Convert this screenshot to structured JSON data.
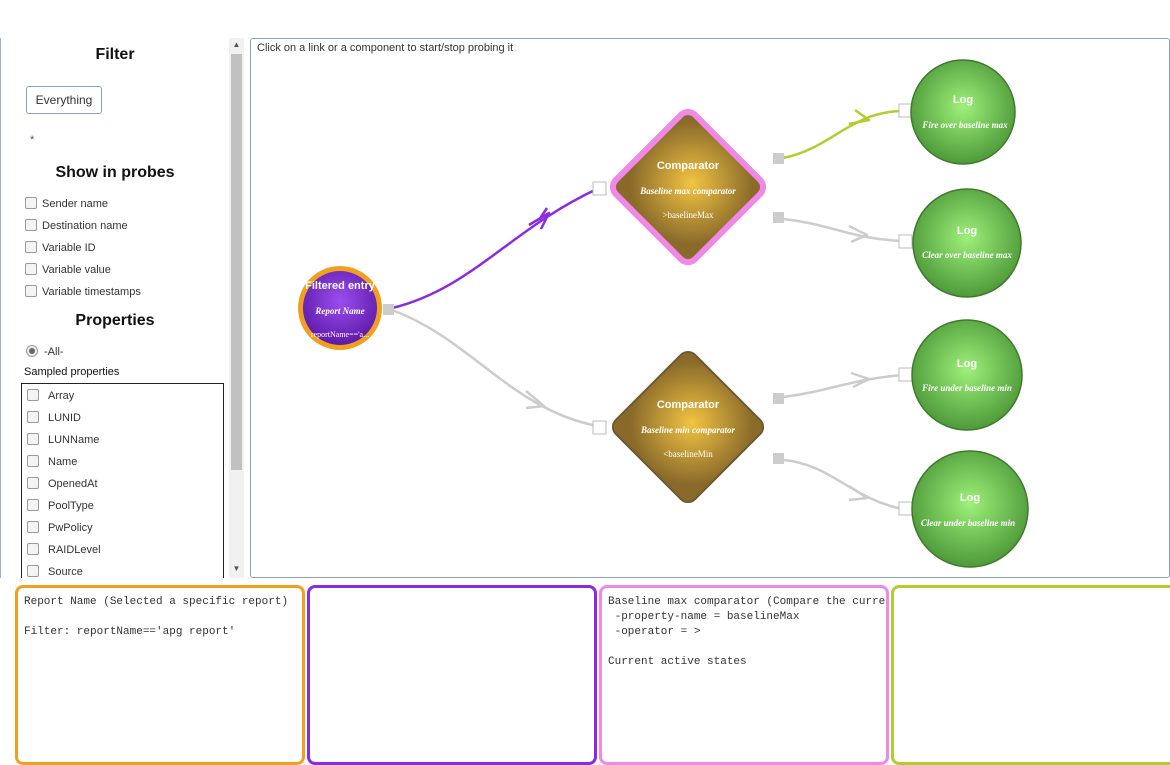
{
  "filter": {
    "heading": "Filter",
    "everything_button": "Everything",
    "star": "*"
  },
  "show_in_probes": {
    "heading": "Show in probes",
    "options": [
      "Sender name",
      "Destination name",
      "Variable ID",
      "Variable value",
      "Variable timestamps"
    ]
  },
  "properties": {
    "heading": "Properties",
    "all_option": "-All-",
    "sampled_label": "Sampled properties",
    "sampled": [
      "Array",
      "LUNID",
      "LUNName",
      "Name",
      "OpenedAt",
      "PoolType",
      "PwPolicy",
      "RAIDLevel",
      "Source"
    ]
  },
  "scrollbar": {
    "up_arrow": "▲",
    "down_arrow": "▼"
  },
  "diagram": {
    "instruction": "Click on a link or a component to start/stop probing it",
    "entry": {
      "title": "Filtered entry",
      "subtitle": "Report Name",
      "detail": "reportName=='a..."
    },
    "comparator_max": {
      "title": "Comparator",
      "subtitle": "Baseline max comparator",
      "detail": ">baselineMax"
    },
    "comparator_min": {
      "title": "Comparator",
      "subtitle": "Baseline min comparator",
      "detail": "<baselineMin"
    },
    "logs": [
      {
        "title": "Log",
        "subtitle": "Fire over baseline max"
      },
      {
        "title": "Log",
        "subtitle": "Clear over baseline max"
      },
      {
        "title": "Log",
        "subtitle": "Fire under baseline min"
      },
      {
        "title": "Log",
        "subtitle": "Clear under baseline min"
      }
    ],
    "colors": {
      "entry_ring": "#f0a020",
      "entry_fill": "#7b2fc4",
      "comparator_probe_ring": "#f088e8",
      "comparator_fill": "#d4a63a",
      "log_fill": "#6dbf55",
      "link_probe_purple": "#8a2be2",
      "link_probe_lime": "#b5cc2c",
      "link_idle": "#cccccc"
    }
  },
  "probes": {
    "entry_probe": "Report Name (Selected a specific report)\n\nFilter: reportName=='apg report'",
    "link_probe": "",
    "comparator_probe": "Baseline max comparator (Compare the current\n -property-name = baselineMax\n -operator = >\n\nCurrent active states",
    "log_link_probe": "",
    "border_colors": [
      "#f0a020",
      "#8a2be2",
      "#f088e8",
      "#b5cc2c"
    ]
  }
}
